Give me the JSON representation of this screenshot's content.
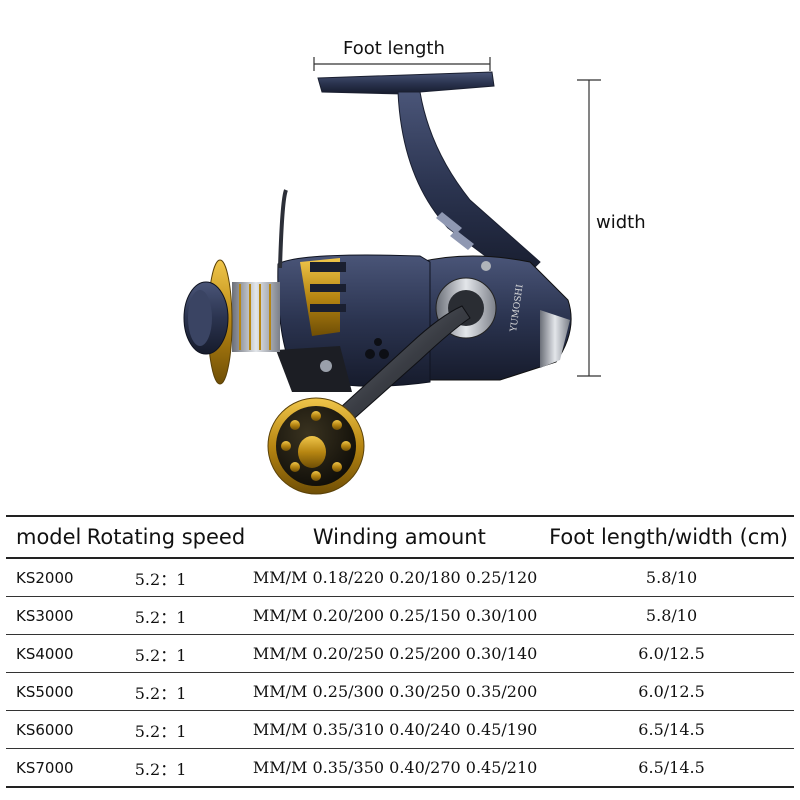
{
  "diagram": {
    "foot_length_label": "Foot length",
    "width_label": "width",
    "brand_marking": "YUMOSHI"
  },
  "table": {
    "headers": {
      "model": "model",
      "speed": "Rotating speed",
      "winding": "Winding amount",
      "foot": "Foot length/width (cm)"
    },
    "rows": [
      {
        "model": "KS2000",
        "speed": "5.2：1",
        "winding": "MM/M 0.18/220 0.20/180 0.25/120",
        "foot": "5.8/10"
      },
      {
        "model": "KS3000",
        "speed": "5.2：1",
        "winding": "MM/M 0.20/200 0.25/150 0.30/100",
        "foot": "5.8/10"
      },
      {
        "model": "KS4000",
        "speed": "5.2：1",
        "winding": "MM/M 0.20/250 0.25/200 0.30/140",
        "foot": "6.0/12.5"
      },
      {
        "model": "KS5000",
        "speed": "5.2：1",
        "winding": "MM/M 0.25/300 0.30/250 0.35/200",
        "foot": "6.0/12.5"
      },
      {
        "model": "KS6000",
        "speed": "5.2：1",
        "winding": "MM/M 0.35/310 0.40/240 0.45/190",
        "foot": "6.5/14.5"
      },
      {
        "model": "KS7000",
        "speed": "5.2：1",
        "winding": "MM/M 0.35/350 0.40/270 0.45/210",
        "foot": "6.5/14.5"
      }
    ]
  },
  "colors": {
    "reel_body": "#2b3450",
    "reel_gold": "#c99a1c",
    "reel_silver": "#b8bcc4"
  }
}
